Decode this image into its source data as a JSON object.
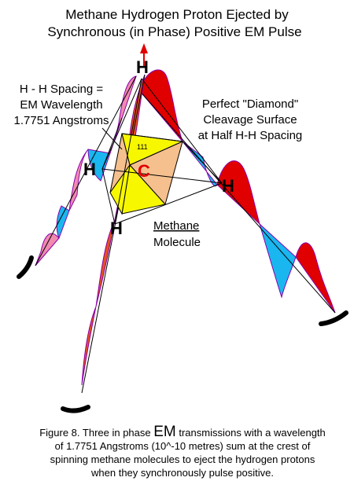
{
  "title": {
    "line1": "Methane Hydrogen Proton Ejected by",
    "line2": "Synchronous (in Phase) Positive EM Pulse"
  },
  "left_label": {
    "line1": "H - H Spacing =",
    "line2": "EM Wavelength",
    "line3": "1.7751 Angstroms"
  },
  "right_label": {
    "line1": "Perfect \"Diamond\"",
    "line2": "Cleavage Surface",
    "line3": "at Half H-H Spacing"
  },
  "molecule_label": {
    "line1": "Methane",
    "line2": "Molecule"
  },
  "atoms": {
    "h_top": "H",
    "h_left": "H",
    "h_right": "H",
    "h_bottom": "H",
    "carbon": "C"
  },
  "face_index": "111",
  "caption": {
    "line1_pre": "Figure 8.  Three in phase ",
    "line1_em": "EM",
    "line1_post": " transmissions with a wavelength",
    "line2": "of 1.7751 Angstroms (10^-10 metres) sum at the crest of",
    "line3": "spinning methane molecules to eject the hydrogen protons",
    "line4": "when they synchronously pulse positive."
  },
  "colors": {
    "red": "#e00000",
    "blue": "#1ab6ef",
    "pink": "#f08ab0",
    "orange_red": "#e8501c",
    "yellow": "#f7f700",
    "peach": "#f5c08e",
    "carbon": "#e00000"
  }
}
